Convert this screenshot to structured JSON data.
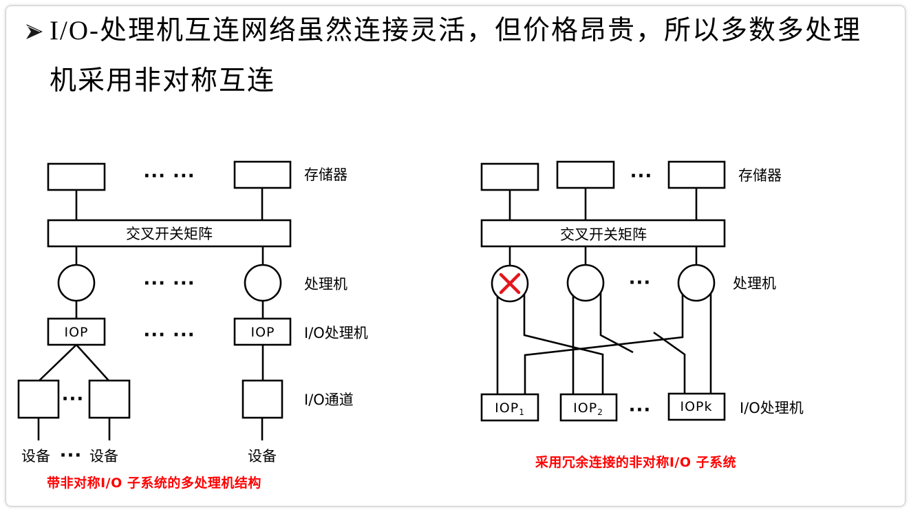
{
  "slide": {
    "bullet_icon": "arrowhead-bullet-icon",
    "title_lines": [
      "I/O-处理机互连网络虽然连接灵活，但价格昂贵，所以多数多处理",
      "机采用非对称互连"
    ]
  },
  "left_diagram": {
    "memory_label": "存储器",
    "crossbar_label": "交叉开关矩阵",
    "processor_label": "处理机",
    "iop_box_text": "IOP",
    "iop_label": "I/O处理机",
    "channel_label": "I/O通道",
    "device_text": "设备",
    "row_ellipsis": "··· ···",
    "small_ellipsis": "···",
    "caption": "带非对称I/O 子系统的多处理机结构"
  },
  "right_diagram": {
    "memory_label": "存储器",
    "crossbar_label": "交叉开关矩阵",
    "processor_label": "处理机",
    "failed_processor_mark": "cross-mark-icon",
    "iop_boxes": [
      {
        "name": "IOP",
        "subscript": "1"
      },
      {
        "name": "IOP",
        "subscript": "2"
      },
      {
        "name": "IOPk"
      }
    ],
    "iop_label": "I/O处理机",
    "ellipsis": "···",
    "caption": "采用冗余连接的非对称I/O 子系统"
  },
  "colors": {
    "diagram_line": "#000000",
    "caption": "#ff0000",
    "failed_processor_mark": "#e3171c"
  }
}
